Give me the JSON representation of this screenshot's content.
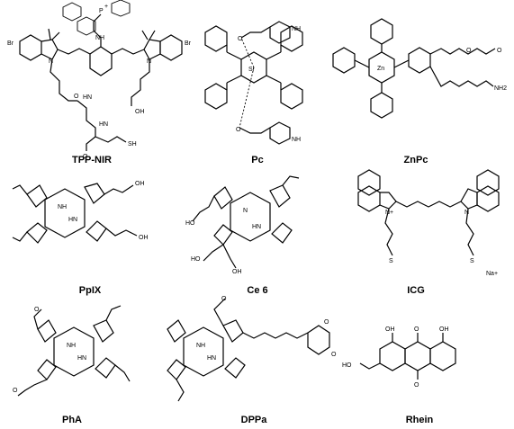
{
  "compounds": [
    {
      "name": "TPP-NIR"
    },
    {
      "name": "Pc"
    },
    {
      "name": "ZnPc"
    },
    {
      "name": "PpIX"
    },
    {
      "name": "Ce 6"
    },
    {
      "name": "ICG"
    },
    {
      "name": "PhA"
    },
    {
      "name": "DPPa"
    },
    {
      "name": "Rhein"
    }
  ],
  "atom_labels": {
    "br": "Br",
    "p": "P",
    "plus": "+",
    "nh": "NH",
    "n": "N",
    "hn": "HN",
    "o": "O",
    "oh": "OH",
    "ho": "HO",
    "sh": "SH",
    "si": "Si",
    "zn": "Zn",
    "nh2": "NH2",
    "so3": "O",
    "s": "S",
    "na": "Na+",
    "n_plus": "N+"
  }
}
